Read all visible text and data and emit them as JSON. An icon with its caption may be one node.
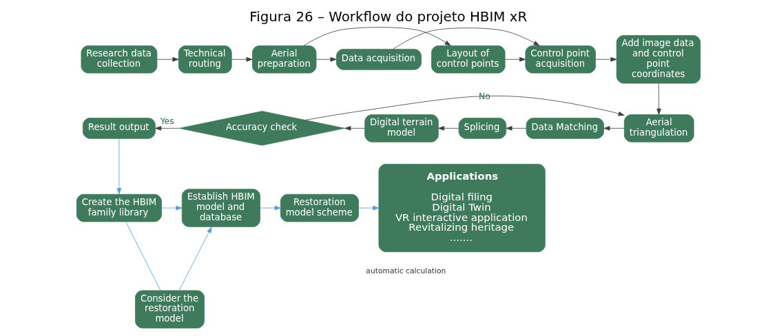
{
  "diagram": {
    "title": "Figura 26 – Workflow do projeto HBIM xR",
    "nodes": [
      {
        "text": [
          "Research data collection"
        ]
      },
      {
        "text": [
          "Technical routing"
        ]
      },
      {
        "text": [
          "Aerial preparation"
        ]
      },
      {
        "text": [
          "Layout of control points"
        ]
      },
      {
        "text": [
          "Data acquisition"
        ]
      },
      {
        "text": [
          "Control point acquisition"
        ]
      },
      {
        "text": [
          "Add image data and control point coordinates"
        ]
      },
      {
        "text": [
          "Result output"
        ]
      },
      {
        "text": [
          "Accuracy check"
        ]
      },
      {
        "text": [
          "Digital terrain model"
        ]
      },
      {
        "text": [
          "Splicing"
        ]
      },
      {
        "text": [
          "Data Matching"
        ]
      },
      {
        "text": [
          "Aerial triangulation"
        ]
      },
      {
        "text": [
          "Create the HBIM family library"
        ]
      },
      {
        "text": [
          "Consider the restoration model"
        ]
      },
      {
        "text": [
          "Establish HBIM model and database"
        ]
      },
      {
        "text": [
          "Restoration model scheme"
        ]
      },
      {
        "text": [
          "Applications",
          "Digital filing",
          "Digital Twin",
          "VR interactive application",
          "Revitalizing heritage",
          "......."
        ]
      }
    ],
    "edges": [
      {
        "from": 0,
        "to": 1,
        "arrow": "to"
      },
      {
        "from": 1,
        "to": 2,
        "arrow": "to"
      },
      {
        "from": 2,
        "to": 3,
        "arrow": "to"
      },
      {
        "from": 2,
        "to": 4,
        "arrow": "to"
      },
      {
        "from": 3,
        "to": 5,
        "arrow": "to"
      },
      {
        "from": 4,
        "to": 5,
        "arrow": "to"
      },
      {
        "from": 5,
        "to": 6,
        "arrow": "to"
      },
      {
        "from": 6,
        "to": 12,
        "arrow": "to"
      },
      {
        "from": 8,
        "to": 12,
        "arrow": "to",
        "label": "No"
      },
      {
        "from": 12,
        "to": 11,
        "arrow": "to"
      },
      {
        "from": 11,
        "to": 10,
        "arrow": "to"
      },
      {
        "from": 10,
        "to": 9,
        "arrow": "to"
      },
      {
        "from": 9,
        "to": 8,
        "arrow": "to"
      },
      {
        "from": 8,
        "to": 7,
        "arrow": "to",
        "label": "Yes"
      },
      {
        "from": 7,
        "to": 13,
        "arrow": "to",
        "color": "#5b9bd5"
      },
      {
        "from": 13,
        "to": 14,
        "arrow": "none",
        "color": "#5b9bd5"
      },
      {
        "from": 13,
        "to": 15,
        "arrow": "to",
        "color": "#5b9bd5"
      },
      {
        "from": 14,
        "to": 15,
        "arrow": "to",
        "color": "#5b9bd5"
      },
      {
        "from": 15,
        "to": 16,
        "arrow": "to",
        "color": "#5b9bd5"
      },
      {
        "from": 16,
        "to": 17,
        "arrow": "to",
        "color": "#5b9bd5"
      }
    ],
    "labels": [
      "automatic calculation"
    ]
  }
}
